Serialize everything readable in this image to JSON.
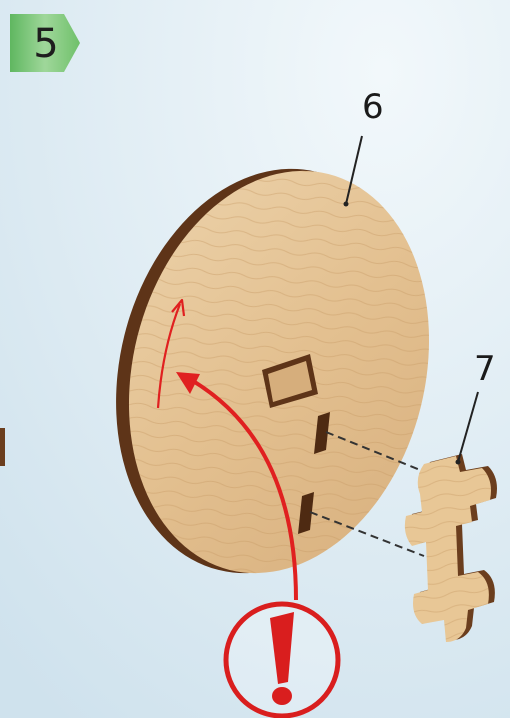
{
  "step": {
    "number": "5",
    "badge_color": "#7cc576"
  },
  "parts": [
    {
      "id": "part-6",
      "label": "6"
    },
    {
      "id": "part-7",
      "label": "7"
    }
  ],
  "colors": {
    "background": "#dbe9f1",
    "wood_face": "#e6c79b",
    "wood_edge": "#6b3e1e",
    "arrow": "#e02020",
    "warning": "#d91e1e"
  },
  "icons": [
    "rotation-arrow-icon",
    "exclamation-warning-icon"
  ]
}
